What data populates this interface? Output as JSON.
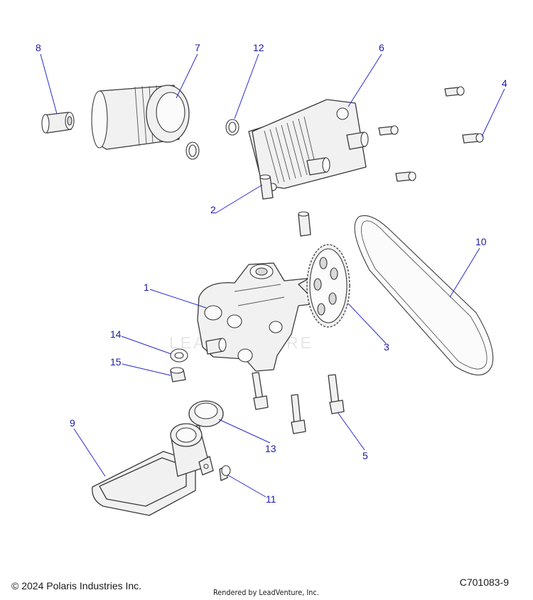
{
  "watermark": "LEADVENTURE",
  "callouts": [
    {
      "id": "1",
      "part": "oil-pump"
    },
    {
      "id": "2",
      "part": "dowel-pin"
    },
    {
      "id": "3",
      "part": "pump-sprocket"
    },
    {
      "id": "4",
      "part": "cooler-screw"
    },
    {
      "id": "5",
      "part": "pump-bolt"
    },
    {
      "id": "6",
      "part": "oil-cooler"
    },
    {
      "id": "7",
      "part": "oil-filter"
    },
    {
      "id": "8",
      "part": "filter-nipple"
    },
    {
      "id": "9",
      "part": "oil-pickup-screen"
    },
    {
      "id": "10",
      "part": "drive-chain"
    },
    {
      "id": "11",
      "part": "pickup-screw"
    },
    {
      "id": "12",
      "part": "o-ring"
    },
    {
      "id": "13",
      "part": "pickup-seal"
    },
    {
      "id": "14",
      "part": "washer"
    },
    {
      "id": "15",
      "part": "plug"
    }
  ],
  "footer": {
    "copyright": "© 2024 Polaris Industries Inc.",
    "drawing_number": "C701083-9",
    "rendered_by": "Rendered by LeadVenture, Inc."
  }
}
